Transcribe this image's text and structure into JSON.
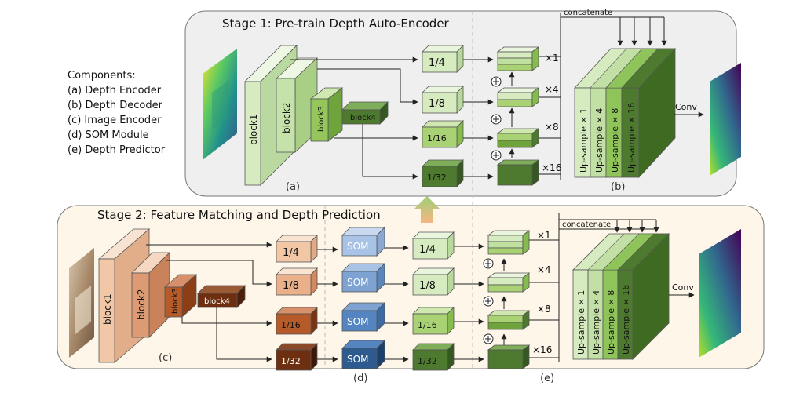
{
  "stage1": {
    "title": "Stage 1: Pre-train Depth Auto-Encoder",
    "encoder_blocks": [
      "block1",
      "block2",
      "block3",
      "block4"
    ],
    "scales": [
      "1/4",
      "1/8",
      "1/16",
      "1/32"
    ],
    "multipliers": [
      "×1",
      "×4",
      "×8",
      "×16"
    ],
    "concat_label": "concatenate",
    "upsample_labels": [
      "Up-sample × 1",
      "Up-sample × 4",
      "Up-sample × 8",
      "Up-sample × 16"
    ],
    "conv_label": "Conv",
    "label_encoder": "(a)",
    "label_decoder": "(b)"
  },
  "stage2": {
    "title": "Stage 2: Feature Matching and Depth Prediction",
    "encoder_blocks": [
      "block1",
      "block2",
      "block3",
      "block4"
    ],
    "scales": [
      "1/4",
      "1/8",
      "1/16",
      "1/32"
    ],
    "som_label": "SOM",
    "matched_scales": [
      "1/4",
      "1/8",
      "1/16",
      "1/32"
    ],
    "multipliers": [
      "×1",
      "×4",
      "×8",
      "×16"
    ],
    "concat_label": "concatenate",
    "upsample_labels": [
      "Up-sample × 1",
      "Up-sample × 4",
      "Up-sample × 8",
      "Up-sample × 16"
    ],
    "conv_label": "Conv",
    "label_image_encoder": "(c)",
    "label_som": "(d)",
    "label_predictor": "(e)"
  },
  "components": {
    "heading": "Components:",
    "items": [
      "(a)  Depth Encoder",
      "(b)  Depth Decoder",
      "(c)  Image Encoder",
      "(d)  SOM Module",
      "(e)  Depth Predictor"
    ]
  },
  "colors": {
    "stage1_panel": "#efefef",
    "stage2_panel": "#fdf6e9",
    "green_light": "#d7ebc1",
    "green_mid": "#a9d274",
    "green_dark": "#4d7a2e",
    "orange_light": "#f2c7a5",
    "orange_mid": "#dd9a73",
    "orange_dark": "#8c3e17",
    "blue_som": "#2e5b8f"
  }
}
